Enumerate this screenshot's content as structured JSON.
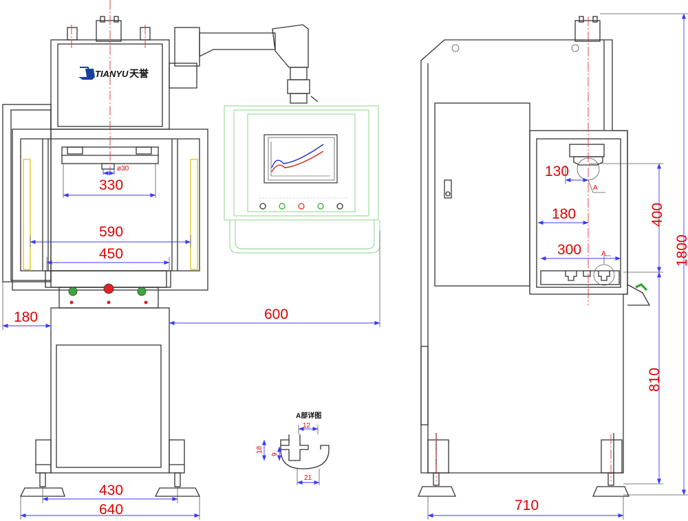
{
  "logo": {
    "brand": "TIANYU",
    "brand_cn": "天誉"
  },
  "detail": {
    "title": "A部详图",
    "dims": [
      "12",
      "18",
      "9",
      "21"
    ]
  },
  "section_marks": {
    "top": "A",
    "bottom": "A"
  },
  "front_view": {
    "dims": {
      "bolster_width": "330",
      "throat_dia": "ø30",
      "table_outer": "590",
      "table_inner": "450",
      "left_overhang": "180",
      "arm_reach": "600",
      "base_inner": "430",
      "base_outer": "640"
    }
  },
  "side_view": {
    "dims": {
      "ram_depth": "130",
      "table_offset": "180",
      "table_depth": "300",
      "daylight": "400",
      "total_height": "1800",
      "table_height": "810",
      "base_depth": "710"
    }
  },
  "colors": {
    "dimension": "#e00000",
    "dimension_line": "#3a3aff",
    "center_line": "#e03030",
    "panel": "#7fd07f",
    "brand": "#1a3fa0",
    "brand_cn": "#c22020"
  }
}
